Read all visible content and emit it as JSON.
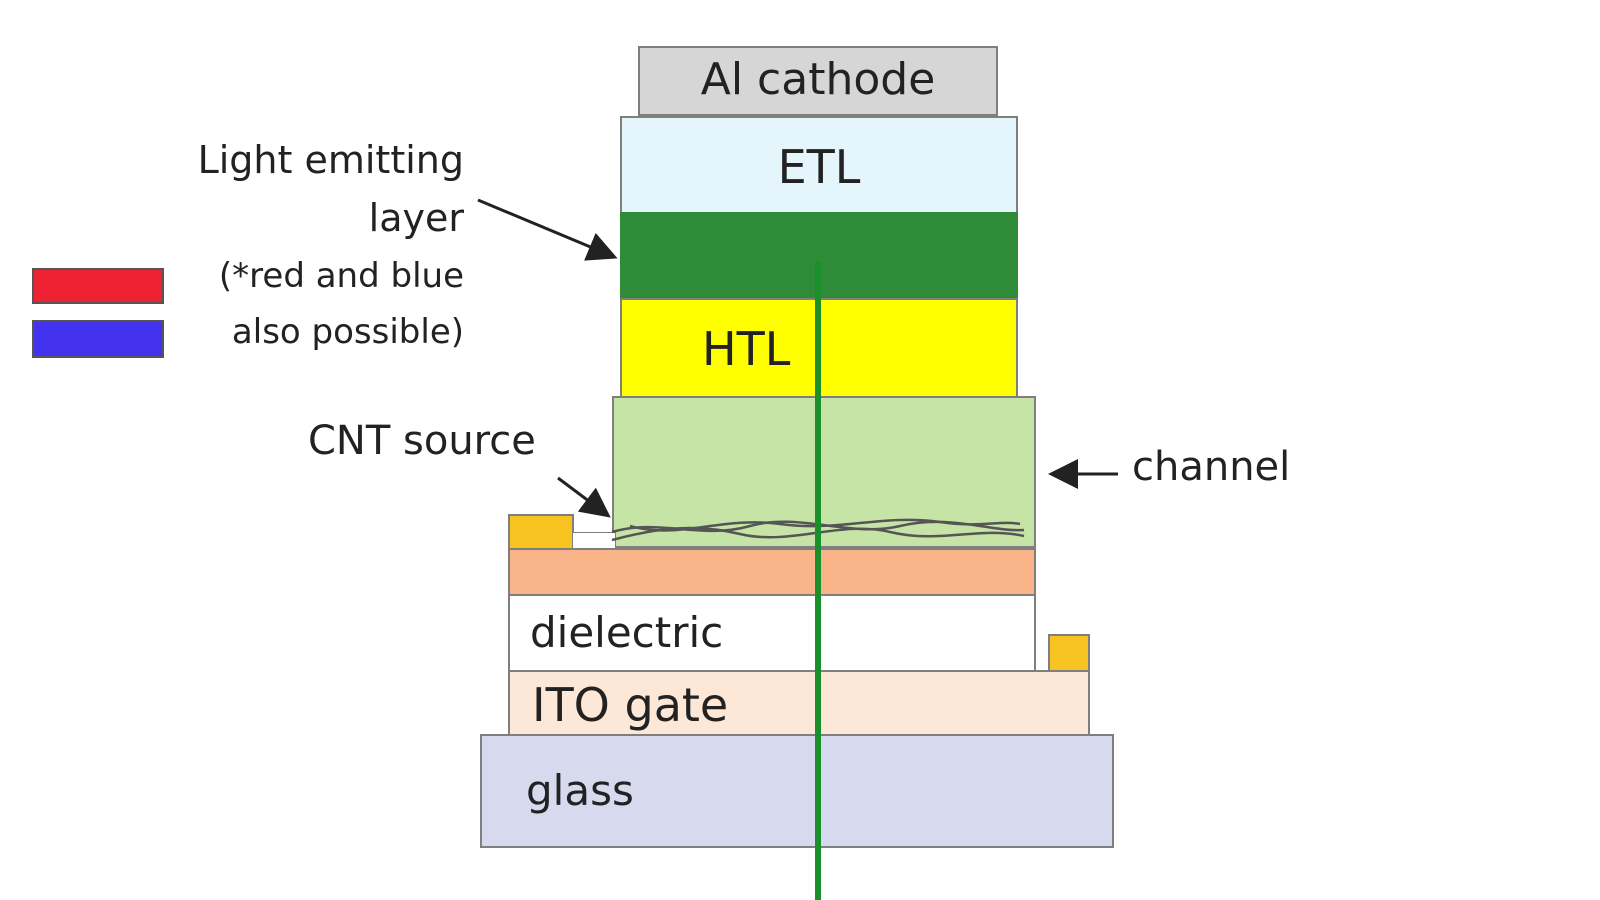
{
  "layers": {
    "al_cathode": "Al cathode",
    "etl": "ETL",
    "htl": "HTL",
    "dielectric": "dielectric",
    "ito_gate": "ITO gate",
    "glass": "glass"
  },
  "callouts": {
    "light_emitting_line1": "Light emitting",
    "light_emitting_line2": "layer",
    "light_emitting_line3": "(*red and blue",
    "light_emitting_line4": "also possible)",
    "cnt_source": "CNT source",
    "channel": "channel"
  },
  "colors": {
    "al_cathode": "#d6d6d6",
    "etl": "#e4f6fb",
    "emitting_layer": "#2e8b37",
    "htl": "#ffff00",
    "channel": "#c5e4a6",
    "contact_gold": "#f7c320",
    "orange_layer": "#f9b48a",
    "dielectric": "#ffffff",
    "ito_gate": "#fde7d6",
    "glass": "#d7d9ef",
    "light_ray": "#1a8f2a",
    "legend_red": "#ee2233",
    "legend_blue": "#4433ee"
  },
  "legend": [
    "red",
    "blue"
  ]
}
